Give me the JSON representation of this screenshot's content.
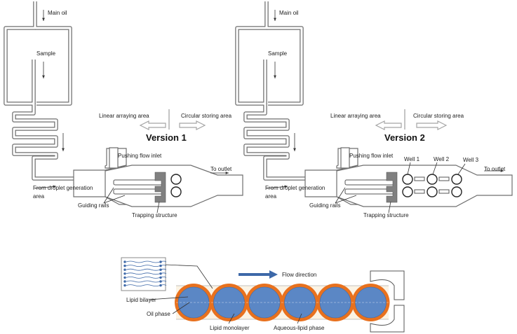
{
  "panels": [
    {
      "version_label": "Version 1",
      "main_oil": "Main oil",
      "sample": "Sample",
      "linear_area": "Linear arraying area",
      "circular_area": "Circular storing area",
      "pushing_flow": "Pushing flow inlet",
      "to_outlet": "To outlet",
      "from_droplet_line1": "From droplet generation",
      "from_droplet_line2": "area",
      "guiding_rails": "Guiding rails",
      "trapping_structure": "Trapping structure"
    },
    {
      "version_label": "Version 2",
      "main_oil": "Main oil",
      "sample": "Sample",
      "linear_area": "Linear arraying area",
      "circular_area": "Circular storing area",
      "pushing_flow": "Pushing flow inlet",
      "to_outlet": "To outlet",
      "from_droplet_line1": "From droplet generation",
      "from_droplet_line2": "area",
      "guiding_rails": "Guiding rails",
      "trapping_structure": "Trapping structure",
      "wells": [
        "Well 1",
        "Well 2",
        "Well 3"
      ]
    }
  ],
  "bottom": {
    "flow_direction": "Flow direction",
    "lipid_bilayer": "Lipid bilayer",
    "oil_phase": "Oil phase",
    "lipid_monolayer": "Lipid monolayer",
    "aqueous_lipid_phase": "Aqueous-lipid phase",
    "droplet_count": 6
  },
  "colors": {
    "channel": "#6f6f6f",
    "droplet_fill": "#5b87c5",
    "droplet_shell": "#e8711e",
    "flow_arrow": "#3d68a8",
    "band": "#fbf3e4"
  }
}
